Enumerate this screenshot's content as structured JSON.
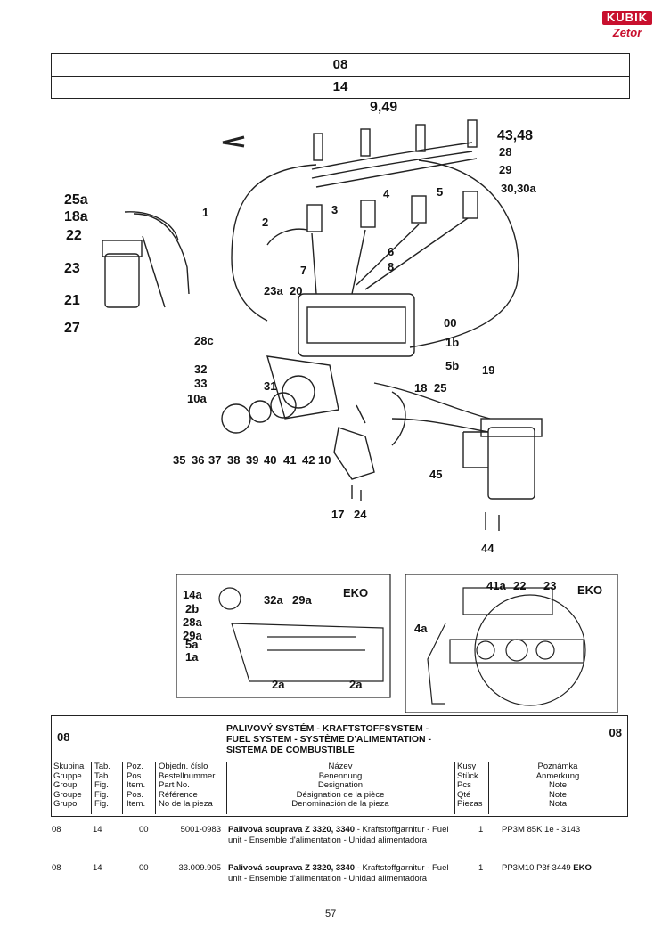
{
  "logo": {
    "brand": "KUBIK",
    "sub": "Zetor"
  },
  "header": {
    "group_number": "08",
    "table_number": "14"
  },
  "diagram": {
    "callouts": [
      "9,49",
      "43,48",
      "28",
      "29",
      "30,30a",
      "1",
      "2",
      "3",
      "4",
      "5",
      "25a",
      "18a",
      "22",
      "23",
      "21",
      "27",
      "7",
      "6",
      "8",
      "23a",
      "20",
      "00",
      "28c",
      "1b",
      "5b",
      "32",
      "33",
      "10a",
      "19",
      "18",
      "25",
      "35",
      "36",
      "37",
      "38",
      "39",
      "40",
      "31",
      "41",
      "42",
      "10",
      "17",
      "24",
      "45",
      "44"
    ],
    "inset_left": {
      "title": "EKO",
      "labels": [
        "14a",
        "2b",
        "28a",
        "29a",
        "5a",
        "1a",
        "32a",
        "29a",
        "2a",
        "2a"
      ]
    },
    "inset_right": {
      "title": "EKO",
      "labels": [
        "41a",
        "22",
        "23",
        "4a"
      ]
    }
  },
  "table": {
    "group": "08",
    "group_right": "08",
    "title_lines": [
      "PALIVOVÝ SYSTÉM - KRAFTSTOFFSYSTEM -",
      "FUEL SYSTEM - SYSTÈME D'ALIMENTATION -",
      "SISTEMA DE COMBUSTIBLE"
    ],
    "col_group": [
      "Skupina",
      "Gruppe",
      "Group",
      "Groupe",
      "Grupo"
    ],
    "col_table": [
      "Tab.",
      "Tab.",
      "Fig.",
      "Fig.",
      "Fig."
    ],
    "col_pos": [
      "Poz.",
      "Pos.",
      "Item.",
      "Pos.",
      "Item."
    ],
    "col_order": [
      "Objedn. číslo",
      "Bestellnummer",
      "Part No.",
      "Référence",
      "No de la pieza"
    ],
    "col_name": [
      "Název",
      "Benennung",
      "Designation",
      "Désignation de la pièce",
      "Denominación de la pieza"
    ],
    "col_qty": [
      "Kusy",
      "Stück",
      "Pcs",
      "Qté",
      "Piezas"
    ],
    "col_note": [
      "Poznámka",
      "Anmerkung",
      "Note",
      "Note",
      "Nota"
    ]
  },
  "rows": [
    {
      "group": "08",
      "table": "14",
      "pos": "00",
      "part_no": "5001-0983",
      "name_bold": "Palivová souprava Z 3320, 3340",
      "name_rest": " - Kraftstoffgarnitur - Fuel unit - Ensemble d'alimentation - Unidad alimentadora",
      "qty": "1",
      "note": "PP3M 85K 1e - 3143",
      "note_bold": ""
    },
    {
      "group": "08",
      "table": "14",
      "pos": "00",
      "part_no": "33.009.905",
      "name_bold": "Palivová souprava Z 3320, 3340",
      "name_rest": " - Kraftstoffgarnitur - Fuel unit - Ensemble d'alimentation - Unidad alimentadora",
      "qty": "1",
      "note": "PP3M10 P3f-3449 ",
      "note_bold": "EKO"
    }
  ],
  "page_number": "57"
}
